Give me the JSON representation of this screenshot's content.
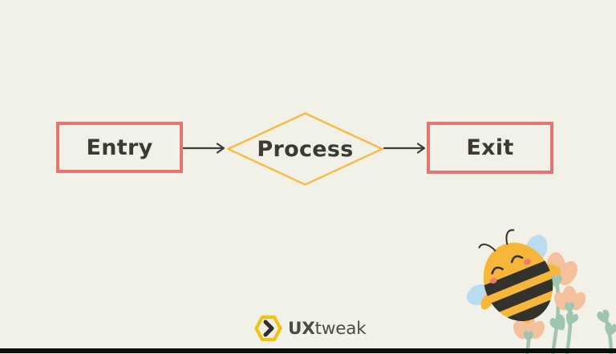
{
  "page": {
    "background_color": "#F2F1E8",
    "bottom_bar_color": "#0D0D0D"
  },
  "flowchart": {
    "nodes": [
      {
        "label": "Entry",
        "shape": "rectangle",
        "border_color": "#E87471"
      },
      {
        "label": "Process",
        "shape": "diamond",
        "border_color": "#F7BA4C"
      },
      {
        "label": "Exit",
        "shape": "rectangle",
        "border_color": "#E87471"
      }
    ],
    "connections": [
      {
        "from": "Entry",
        "to": "Process"
      },
      {
        "from": "Process",
        "to": "Exit"
      }
    ],
    "text_color": "#3B3A33",
    "arrow_color": "#3B3B3B"
  },
  "branding": {
    "logo_bold": "UX",
    "logo_regular": "tweak",
    "hexagon_color": "#F1C117",
    "chevron_color": "#2F2E28",
    "text_color": "#4B4A44"
  },
  "illustration": {
    "description": "cartoon bee with flowers",
    "bee_body_color": "#F6B63A",
    "bee_stripe_color": "#33322C",
    "wing_color": "#BADCEE",
    "cheek_color": "#F0796E",
    "flower_color": "#F4C19C",
    "stem_color": "#9FC5B1"
  }
}
